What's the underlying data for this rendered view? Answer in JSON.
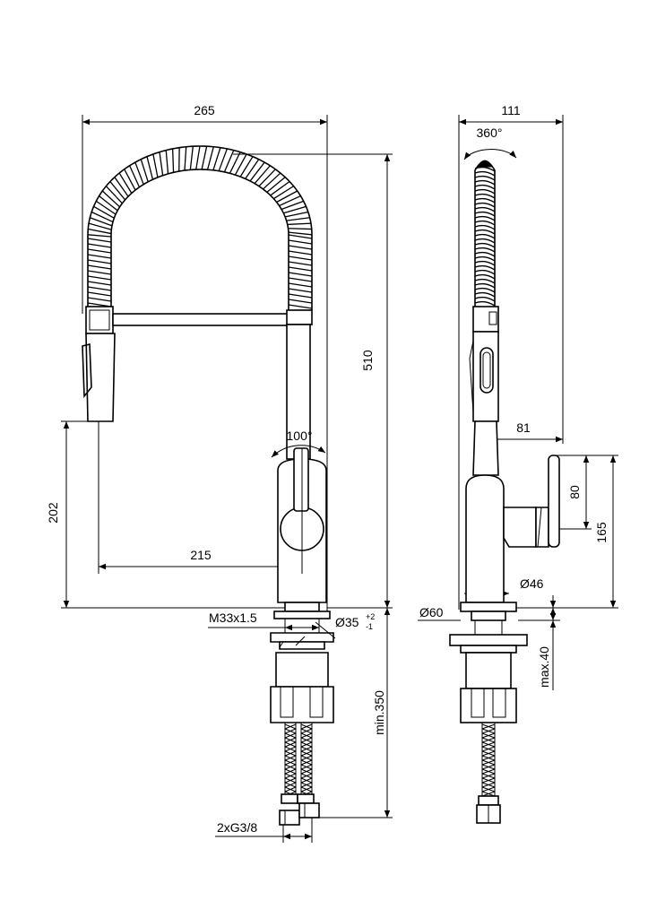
{
  "front_view": {
    "width_total": "265",
    "height_total": "510",
    "spray_height": "202",
    "reach": "215",
    "lever_angle": "100°",
    "thread": "M33x1.5",
    "hole_diameter_prefix": "Ø35",
    "tol_plus": "+2",
    "tol_minus": "-1",
    "min_hose_length": "min.350",
    "connection": "2xG3/8"
  },
  "side_view": {
    "depth_total": "111",
    "rotation": "360°",
    "lever_offset": "81",
    "lever_height": "80",
    "lever_mount_height": "165",
    "body_diameter": "Ø46",
    "base_diameter": "Ø60",
    "max_counter": "max.40"
  }
}
